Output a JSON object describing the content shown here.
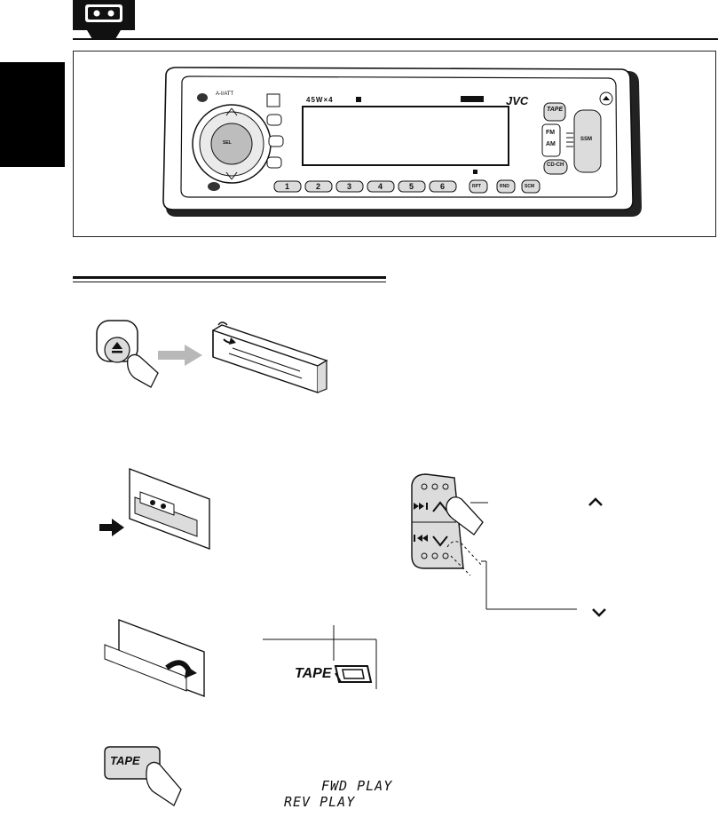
{
  "header": {
    "icon": "cassette-icon"
  },
  "unit": {
    "att_label": "A-I/ATT",
    "power_label": "45W×4",
    "brand": "JVC",
    "tape_button": "TAPE",
    "fm_label": "FM",
    "am_label": "AM",
    "cdch_button": "CD-CH",
    "ssm_label": "SSM",
    "knob_label": "SEL",
    "presets": [
      "1",
      "2",
      "3",
      "4",
      "5",
      "6"
    ],
    "function_buttons": [
      "RPT",
      "RND",
      "SCM"
    ]
  },
  "display": {
    "tape_label": "TAPE",
    "fwd_play": "FWD PLAY",
    "rev_play": "REV PLAY"
  },
  "step4": {
    "tape_button": "TAPE"
  },
  "colors": {
    "black": "#111111",
    "gray_arrow": "#b8b8b8",
    "button_fill": "#dcdcdc"
  }
}
